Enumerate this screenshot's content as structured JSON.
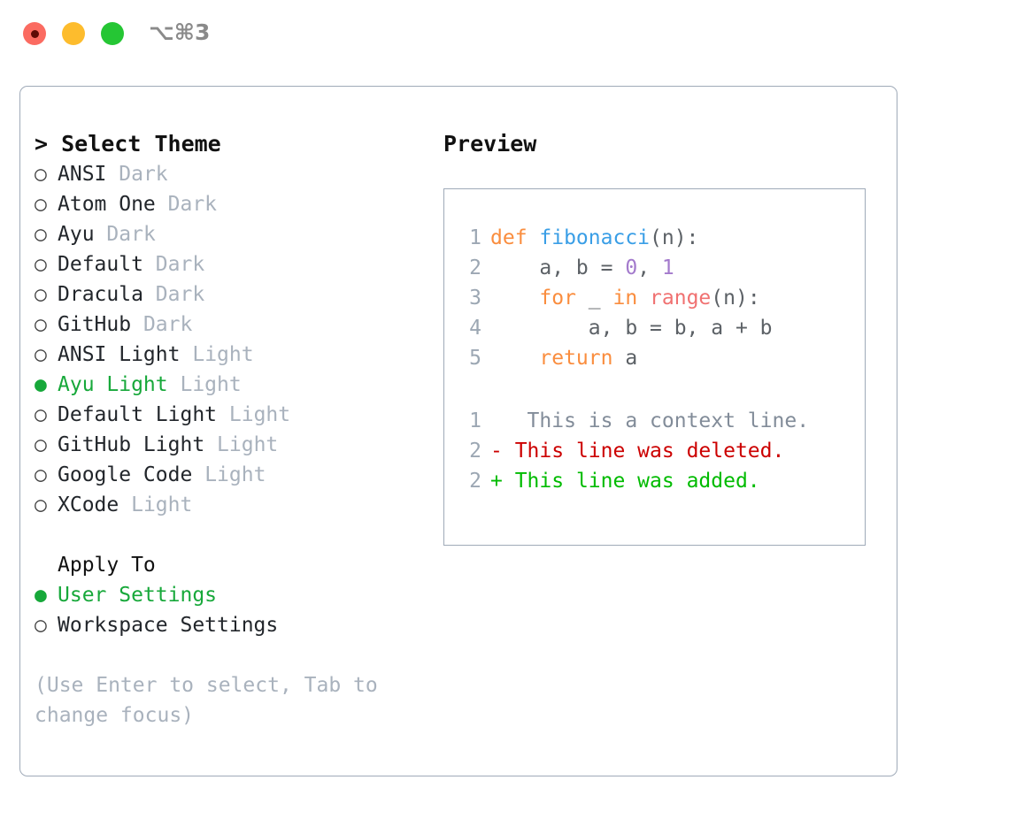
{
  "window": {
    "shortcut_label": "⌥⌘3",
    "traffic_lights": [
      {
        "name": "close",
        "color": "#FB6B61"
      },
      {
        "name": "minimize",
        "color": "#FDBC2D"
      },
      {
        "name": "zoom",
        "color": "#25C634"
      }
    ]
  },
  "theme_picker": {
    "header": "> Select Theme",
    "marker_selected": "●",
    "marker_unselected": "○",
    "accent_color": "#17A83A",
    "options": [
      {
        "marker": "○",
        "name": "ANSI",
        "kind": "Dark",
        "selected": false
      },
      {
        "marker": "○",
        "name": "Atom One",
        "kind": "Dark",
        "selected": false
      },
      {
        "marker": "○",
        "name": "Ayu",
        "kind": "Dark",
        "selected": false
      },
      {
        "marker": "○",
        "name": "Default",
        "kind": "Dark",
        "selected": false
      },
      {
        "marker": "○",
        "name": "Dracula",
        "kind": "Dark",
        "selected": false
      },
      {
        "marker": "○",
        "name": "GitHub",
        "kind": "Dark",
        "selected": false
      },
      {
        "marker": "○",
        "name": "ANSI Light",
        "kind": "Light",
        "selected": false
      },
      {
        "marker": "●",
        "name": "Ayu Light",
        "kind": "Light",
        "selected": true
      },
      {
        "marker": "○",
        "name": "Default Light",
        "kind": "Light",
        "selected": false
      },
      {
        "marker": "○",
        "name": "GitHub Light",
        "kind": "Light",
        "selected": false
      },
      {
        "marker": "○",
        "name": "Google Code",
        "kind": "Light",
        "selected": false
      },
      {
        "marker": "○",
        "name": "XCode",
        "kind": "Light",
        "selected": false
      }
    ]
  },
  "apply_to": {
    "header": "Apply To",
    "options": [
      {
        "marker": "●",
        "name": "User Settings",
        "selected": true
      },
      {
        "marker": "○",
        "name": "Workspace Settings",
        "selected": false
      }
    ]
  },
  "hint": "(Use Enter to select, Tab to change focus)",
  "preview": {
    "title": "Preview",
    "code_lines": [
      {
        "ln": "1",
        "tokens": [
          {
            "t": "def ",
            "c": "kw"
          },
          {
            "t": "fibonacci",
            "c": "fn"
          },
          {
            "t": "(n):",
            "c": "punct"
          }
        ]
      },
      {
        "ln": "2",
        "tokens": [
          {
            "t": "    a, b = ",
            "c": "plain"
          },
          {
            "t": "0",
            "c": "num"
          },
          {
            "t": ", ",
            "c": "plain"
          },
          {
            "t": "1",
            "c": "num"
          }
        ]
      },
      {
        "ln": "3",
        "tokens": [
          {
            "t": "    ",
            "c": "plain"
          },
          {
            "t": "for",
            "c": "kw"
          },
          {
            "t": " _ ",
            "c": "plain"
          },
          {
            "t": "in",
            "c": "kw"
          },
          {
            "t": " ",
            "c": "plain"
          },
          {
            "t": "range",
            "c": "call"
          },
          {
            "t": "(n):",
            "c": "punct"
          }
        ]
      },
      {
        "ln": "4",
        "tokens": [
          {
            "t": "        a, b = b, a + b",
            "c": "plain"
          }
        ]
      },
      {
        "ln": "5",
        "tokens": [
          {
            "t": "    ",
            "c": "plain"
          },
          {
            "t": "return",
            "c": "kw"
          },
          {
            "t": " a",
            "c": "plain"
          }
        ]
      }
    ],
    "diff_lines": [
      {
        "ln": "1",
        "sign": " ",
        "text": "  This is a context line.",
        "kind": "ctx"
      },
      {
        "ln": "2",
        "sign": "-",
        "text": " This line was deleted.",
        "kind": "del"
      },
      {
        "ln": "2",
        "sign": "+",
        "text": " This line was added.",
        "kind": "add"
      }
    ]
  }
}
